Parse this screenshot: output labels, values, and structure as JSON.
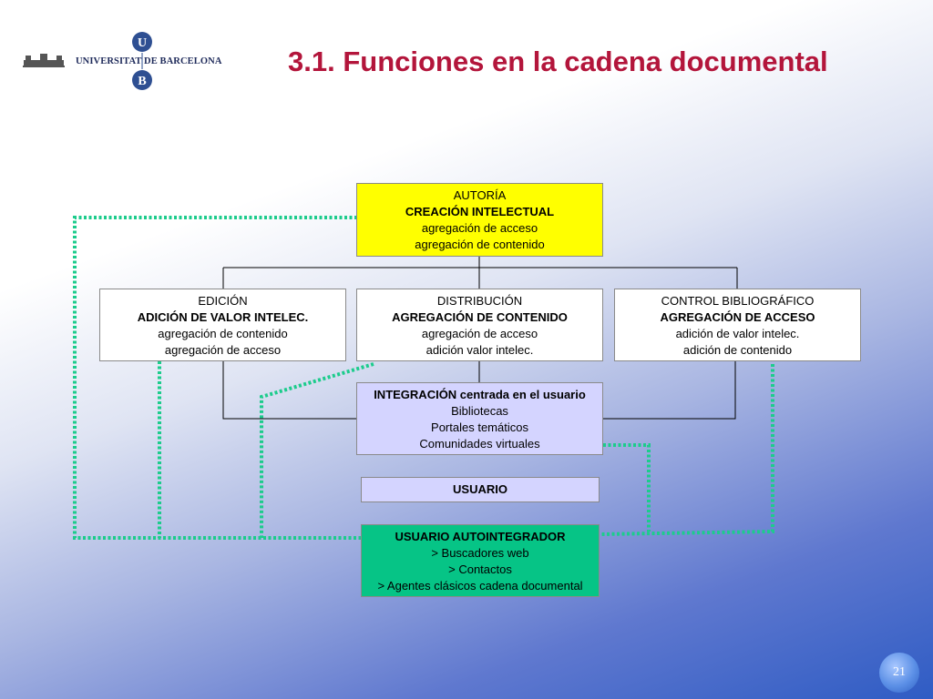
{
  "logo": {
    "text": "UNIVERSITAT DE BARCELONA",
    "letter_top": "U",
    "letter_bottom": "B",
    "color": "#1e2a5a"
  },
  "title": "3.1. Funciones en la cadena documental",
  "page_number": "21",
  "colors": {
    "title": "#b3153b",
    "dotted_line": "#1ccc8c",
    "autoria": "#ffff00",
    "integracion": "#d4d4ff",
    "autointegrador": "#06c486"
  },
  "boxes": {
    "autoria": [
      "AUTORÍA",
      "CREACIÓN INTELECTUAL",
      "agregación de acceso",
      "agregación de contenido"
    ],
    "edicion": [
      "EDICIÓN",
      "ADICIÓN DE VALOR INTELEC.",
      "agregación de contenido",
      "agregación de acceso"
    ],
    "distribucion": [
      "DISTRIBUCIÓN",
      "AGREGACIÓN DE CONTENIDO",
      "agregación de acceso",
      "adición valor intelec."
    ],
    "control": [
      "CONTROL BIBLIOGRÁFICO",
      "AGREGACIÓN DE ACCESO",
      "adición de valor intelec.",
      "adición de contenido"
    ],
    "integracion": [
      "INTEGRACIÓN centrada en el usuario",
      "Bibliotecas",
      "Portales temáticos",
      "Comunidades virtuales"
    ],
    "usuario": [
      "USUARIO"
    ],
    "autointegrador": [
      "USUARIO AUTOINTEGRADOR",
      "> Buscadores web",
      "> Contactos",
      "> Agentes clásicos cadena documental"
    ]
  }
}
